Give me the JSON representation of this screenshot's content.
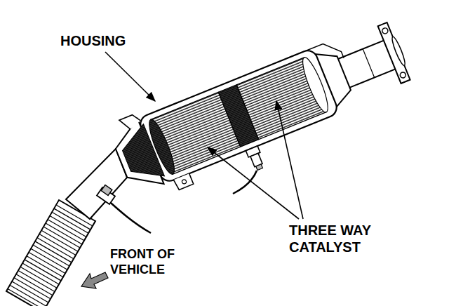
{
  "diagram": {
    "labels": [
      "HOUSING",
      "THREE WAY CATALYST",
      "FRONT OF VEHICLE"
    ]
  }
}
